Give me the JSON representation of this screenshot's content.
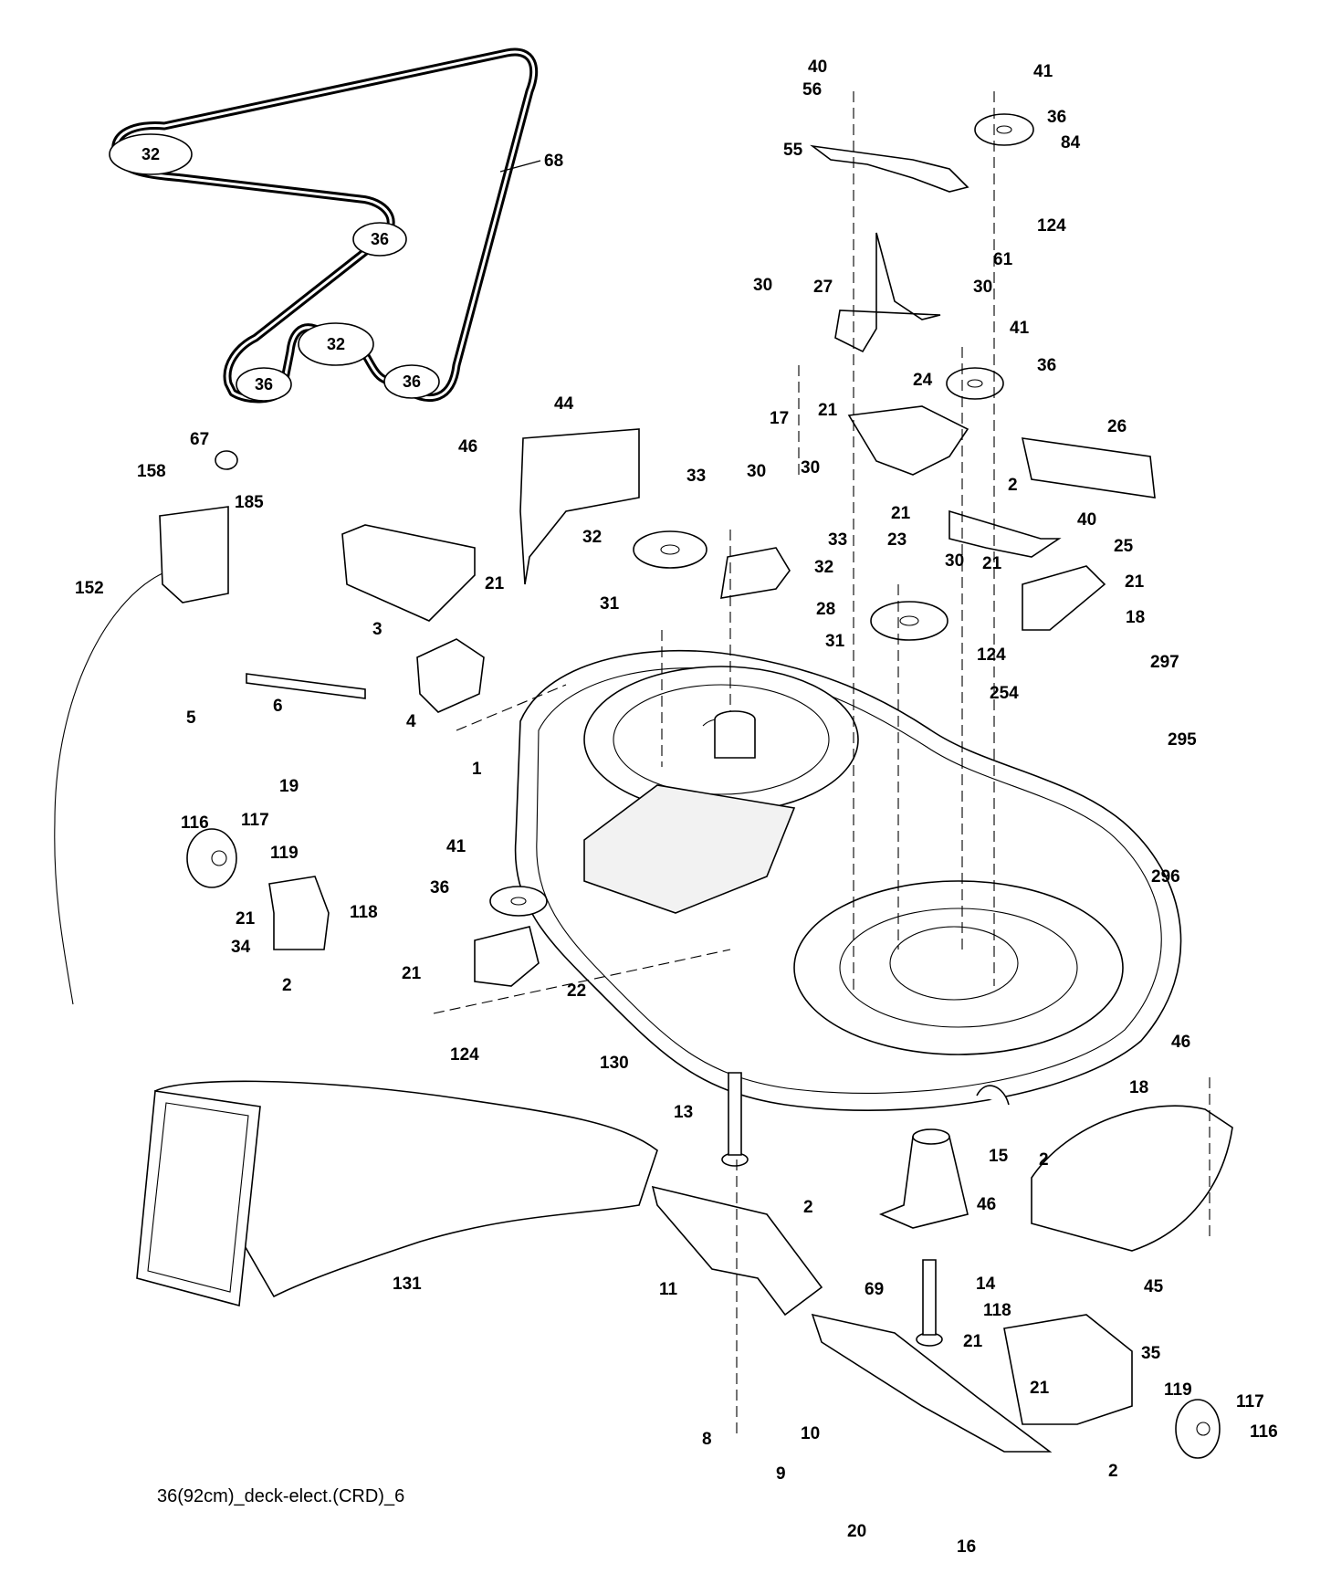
{
  "caption": "36(92cm)_deck-elect.(CRD)_6",
  "belt_inset": {
    "pulley_labels": [
      "32",
      "36",
      "32",
      "36",
      "36"
    ],
    "belt_callout": "68"
  },
  "callouts": [
    "40",
    "41",
    "56",
    "36",
    "84",
    "55",
    "124",
    "61",
    "30",
    "27",
    "30",
    "41",
    "36",
    "21",
    "24",
    "17",
    "26",
    "2",
    "40",
    "21",
    "23",
    "44",
    "46",
    "67",
    "158",
    "185",
    "152",
    "33",
    "30",
    "30",
    "32",
    "31",
    "28",
    "33",
    "32",
    "21",
    "25",
    "21",
    "18",
    "31",
    "124",
    "30",
    "3",
    "21",
    "5",
    "6",
    "4",
    "19",
    "254",
    "297",
    "295",
    "1",
    "296",
    "116",
    "117",
    "119",
    "41",
    "36",
    "21",
    "118",
    "34",
    "2",
    "21",
    "22",
    "124",
    "130",
    "46",
    "13",
    "18",
    "15",
    "2",
    "2",
    "46",
    "11",
    "14",
    "45",
    "131",
    "69",
    "118",
    "21",
    "35",
    "21",
    "119",
    "117",
    "116",
    "8",
    "10",
    "9",
    "2",
    "20",
    "16"
  ]
}
